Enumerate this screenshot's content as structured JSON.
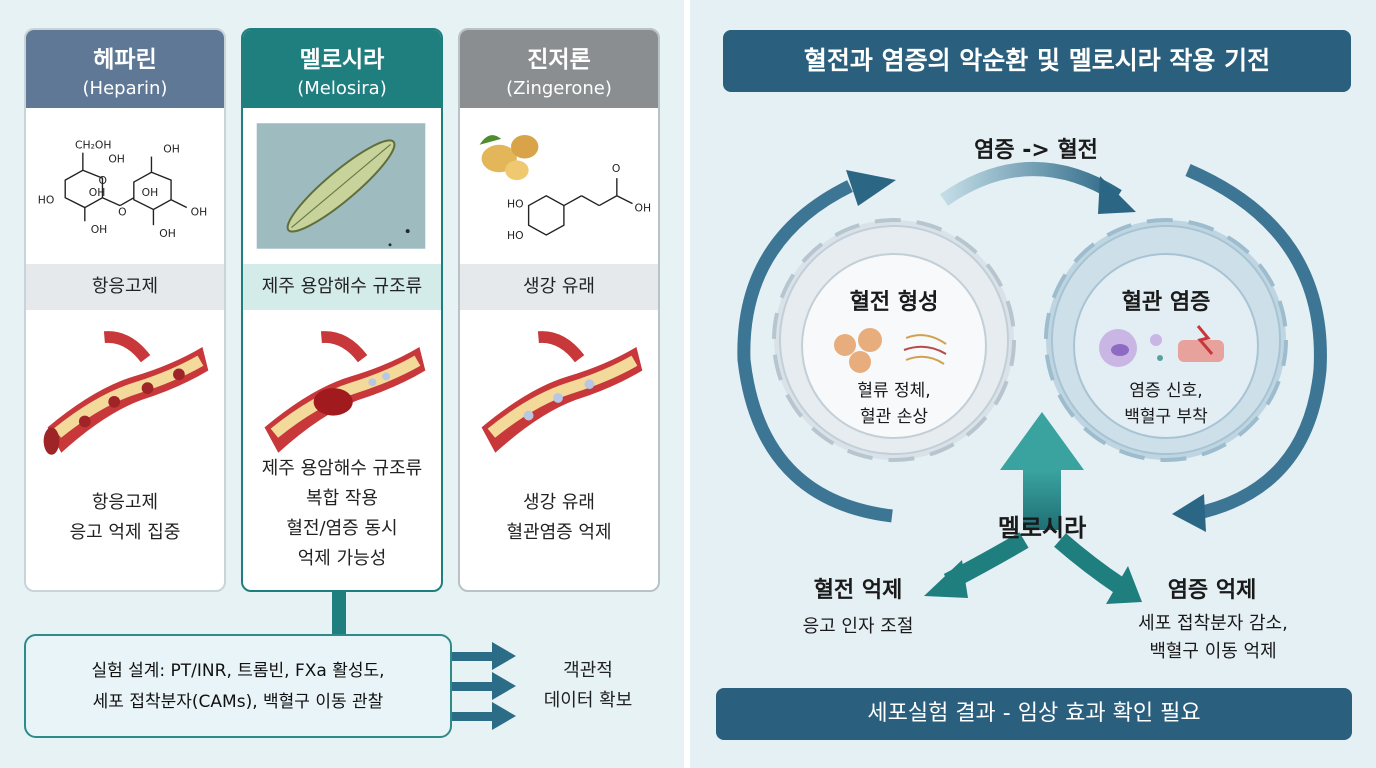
{
  "left": {
    "cards": [
      {
        "name": "헤파린",
        "latin": "(Heparin)",
        "band": "항응고제",
        "desc_lines": [
          "항응고제",
          "응고 억제 집중"
        ]
      },
      {
        "name": "멜로시라",
        "latin": "(Melosira)",
        "band": "제주 용암해수 규조류",
        "desc_lines": [
          "제주 용암해수 규조류",
          "복합 작용",
          "혈전/염증 동시",
          "억제 가능성"
        ]
      },
      {
        "name": "진저론",
        "latin": "(Zingerone)",
        "band": "생강 유래",
        "desc_lines": [
          "생강 유래",
          "혈관염증 억제"
        ]
      }
    ],
    "experiment": {
      "line1": "실험 설계: PT/INR, 트롬빈, FXa 활성도,",
      "line2": "세포 접착분자(CAMs), 백혈구 이동 관찰"
    },
    "objective": {
      "line1": "객관적",
      "line2": "데이터 확보"
    },
    "structure_labels": {
      "heparin": [
        "CH₂OH",
        "OH",
        "HO",
        "OH",
        "O",
        "OH",
        "OH",
        "O",
        "OH",
        "OH",
        "OH"
      ],
      "zingerone": [
        "O",
        "HO",
        "HO",
        "OH"
      ]
    }
  },
  "right": {
    "title": "혈전과 염증의 악순환 및 멜로시라 작용 기전",
    "cycle_label": "염증 -> 혈전",
    "gear_left": {
      "title": "혈전 형성",
      "line1": "혈류 정체,",
      "line2": "혈관 손상"
    },
    "gear_right": {
      "title": "혈관 염증",
      "line1": "염증 신호,",
      "line2": "백혈구 부착"
    },
    "center": "멜로시라",
    "effect_left": {
      "title": "혈전 억제",
      "desc": "응고 인자 조절"
    },
    "effect_right": {
      "title": "염증 억제",
      "line1": "세포 접착분자 감소,",
      "line2": "백혈구 이동 억제"
    },
    "footer": "세포실험 결과 - 임상 효과 확인 필요"
  },
  "colors": {
    "navy": "#2b5f7e",
    "teal": "#1f7f7f",
    "slate": "#5e7896",
    "gray": "#8a8e90",
    "vessel": "#c8373a",
    "plaque": "#f1d98a"
  }
}
